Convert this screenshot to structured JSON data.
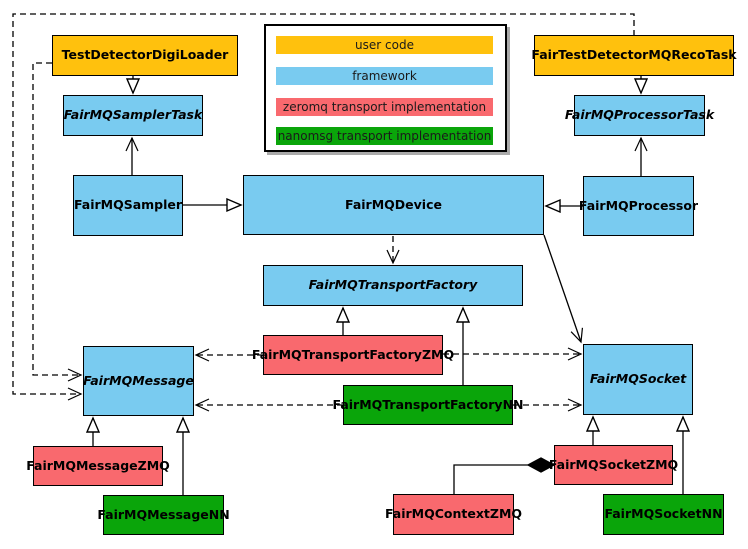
{
  "diagram": {
    "kind": "UML class diagram",
    "legend": {
      "items": [
        {
          "label": "user code",
          "color": "#FFC10D"
        },
        {
          "label": "framework",
          "color": "#79CBF0"
        },
        {
          "label": "zeromq transport implementation",
          "color": "#F9696E"
        },
        {
          "label": "nanomsg transport implementation",
          "color": "#0AA50A"
        }
      ]
    },
    "nodes": {
      "digi_loader": {
        "label": "TestDetectorDigiLoader",
        "category": "user code"
      },
      "reco_task": {
        "label": "FairTestDetectorMQRecoTask",
        "category": "user code"
      },
      "sampler_task": {
        "label": "FairMQSamplerTask",
        "category": "framework",
        "abstract": true
      },
      "processor_task": {
        "label": "FairMQProcessorTask",
        "category": "framework",
        "abstract": true
      },
      "sampler": {
        "label": "FairMQSampler",
        "category": "framework"
      },
      "device": {
        "label": "FairMQDevice",
        "category": "framework"
      },
      "processor": {
        "label": "FairMQProcessor",
        "category": "framework"
      },
      "transport_factory": {
        "label": "FairMQTransportFactory",
        "category": "framework",
        "abstract": true
      },
      "transport_factory_zmq": {
        "label": "FairMQTransportFactoryZMQ",
        "category": "zeromq transport implementation"
      },
      "transport_factory_nn": {
        "label": "FairMQTransportFactoryNN",
        "category": "nanomsg transport implementation"
      },
      "message": {
        "label": "FairMQMessage",
        "category": "framework",
        "abstract": true
      },
      "socket": {
        "label": "FairMQSocket",
        "category": "framework",
        "abstract": true
      },
      "message_zmq": {
        "label": "FairMQMessageZMQ",
        "category": "zeromq transport implementation"
      },
      "message_nn": {
        "label": "FairMQMessageNN",
        "category": "nanomsg transport implementation"
      },
      "socket_zmq": {
        "label": "FairMQSocketZMQ",
        "category": "zeromq transport implementation"
      },
      "socket_nn": {
        "label": "FairMQSocketNN",
        "category": "nanomsg transport implementation"
      },
      "context_zmq": {
        "label": "FairMQContextZMQ",
        "category": "zeromq transport implementation"
      }
    },
    "edges": [
      {
        "from": "TestDetectorDigiLoader",
        "to": "FairMQSamplerTask",
        "relation": "inheritance",
        "style": "solid"
      },
      {
        "from": "FairTestDetectorMQRecoTask",
        "to": "FairMQProcessorTask",
        "relation": "inheritance",
        "style": "solid"
      },
      {
        "from": "FairMQSampler",
        "to": "FairMQSamplerTask",
        "relation": "association",
        "style": "solid"
      },
      {
        "from": "FairMQProcessor",
        "to": "FairMQProcessorTask",
        "relation": "association",
        "style": "solid"
      },
      {
        "from": "FairMQSampler",
        "to": "FairMQDevice",
        "relation": "inheritance",
        "style": "solid"
      },
      {
        "from": "FairMQProcessor",
        "to": "FairMQDevice",
        "relation": "inheritance",
        "style": "solid"
      },
      {
        "from": "FairMQDevice",
        "to": "FairMQTransportFactory",
        "relation": "dependency",
        "style": "dashed"
      },
      {
        "from": "FairMQDevice",
        "to": "FairMQSocket",
        "relation": "association",
        "style": "solid"
      },
      {
        "from": "FairMQTransportFactoryZMQ",
        "to": "FairMQTransportFactory",
        "relation": "inheritance",
        "style": "solid"
      },
      {
        "from": "FairMQTransportFactoryNN",
        "to": "FairMQTransportFactory",
        "relation": "inheritance",
        "style": "solid"
      },
      {
        "from": "TestDetectorDigiLoader",
        "to": "FairMQMessage",
        "relation": "dependency",
        "style": "dashed"
      },
      {
        "from": "FairTestDetectorMQRecoTask",
        "to": "FairMQMessage",
        "relation": "dependency",
        "style": "dashed"
      },
      {
        "from": "FairMQTransportFactoryZMQ",
        "to": "FairMQMessage",
        "relation": "dependency",
        "style": "dashed"
      },
      {
        "from": "FairMQTransportFactoryZMQ",
        "to": "FairMQSocket",
        "relation": "dependency",
        "style": "dashed"
      },
      {
        "from": "FairMQTransportFactoryNN",
        "to": "FairMQMessage",
        "relation": "dependency",
        "style": "dashed"
      },
      {
        "from": "FairMQTransportFactoryNN",
        "to": "FairMQSocket",
        "relation": "dependency",
        "style": "dashed"
      },
      {
        "from": "FairMQMessageZMQ",
        "to": "FairMQMessage",
        "relation": "inheritance",
        "style": "solid"
      },
      {
        "from": "FairMQMessageNN",
        "to": "FairMQMessage",
        "relation": "inheritance",
        "style": "solid"
      },
      {
        "from": "FairMQSocketZMQ",
        "to": "FairMQSocket",
        "relation": "inheritance",
        "style": "solid"
      },
      {
        "from": "FairMQSocketNN",
        "to": "FairMQSocket",
        "relation": "inheritance",
        "style": "solid"
      },
      {
        "from": "FairMQContextZMQ",
        "to": "FairMQSocketZMQ",
        "relation": "composition",
        "style": "solid"
      }
    ]
  }
}
